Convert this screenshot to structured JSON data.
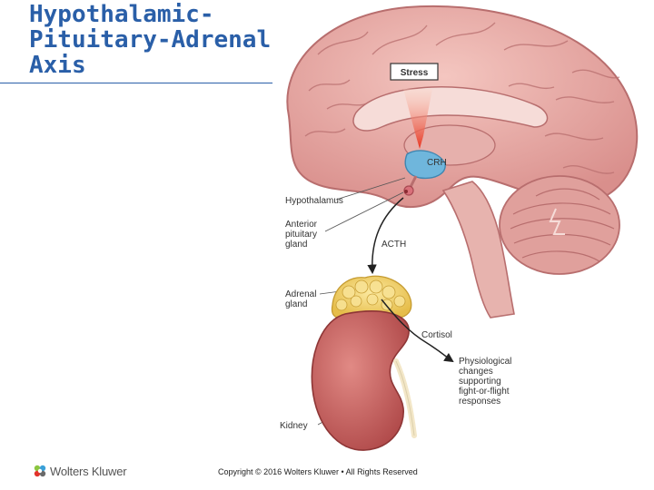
{
  "slide": {
    "title_lines": [
      "Hypothalamic-",
      "Pituitary-Adrenal",
      "Axis"
    ]
  },
  "figure": {
    "labels": {
      "stress": "Stress",
      "crh": "CRH",
      "hypothalamus": "Hypothalamus",
      "anterior_pituitary": [
        "Anterior",
        "pituitary",
        "gland"
      ],
      "acth": "ACTH",
      "adrenal_gland": [
        "Adrenal",
        "gland"
      ],
      "cortisol": "Cortisol",
      "physiological_changes": [
        "Physiological",
        "changes",
        "supporting",
        "fight-or-flight",
        "responses"
      ],
      "kidney": "Kidney"
    },
    "colors": {
      "brain": "#e8a9a4",
      "brain_outline": "#b86e6e",
      "hypothalamus": "#6fb6dc",
      "stress_arrow": "#e8341f",
      "adrenal": "#f2d46a",
      "kidney": "#c45a5a",
      "arrow": "#222222"
    }
  },
  "footer": {
    "logo_text": "Wolters Kluwer",
    "copyright": "Copyright © 2016 Wolters Kluwer • All Rights Reserved"
  }
}
